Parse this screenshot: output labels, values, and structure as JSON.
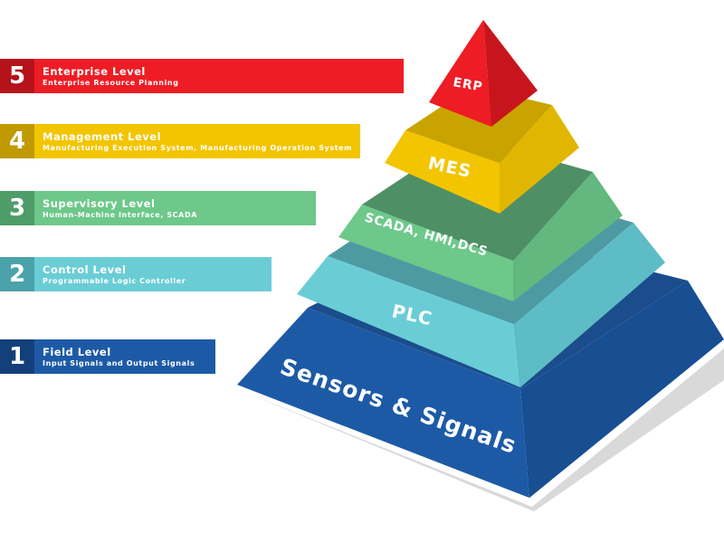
{
  "levels": [
    {
      "num": "5",
      "title": "Enterprise Level",
      "subtitle": "Enterprise Resource Planning",
      "color": "#ee1c24",
      "dark": "#b5121b"
    },
    {
      "num": "4",
      "title": "Management Level",
      "subtitle": "Manufacturing Execution System, Manufacturing Operation System",
      "color": "#f2c500",
      "dark": "#bf9a00"
    },
    {
      "num": "3",
      "title": "Supervisory Level",
      "subtitle": "Human-Machine Interface, SCADA",
      "color": "#6dc88a",
      "dark": "#4e9d68"
    },
    {
      "num": "2",
      "title": "Control Level",
      "subtitle": "Programmable Logic Controller",
      "color": "#6acdd6",
      "dark": "#4aa3ab"
    },
    {
      "num": "1",
      "title": "Field Level",
      "subtitle": "Input Signals and Output Signals",
      "color": "#1d5aa6",
      "dark": "#13407a"
    }
  ],
  "pyramid": {
    "erp": "ERP",
    "mes": "MES",
    "scada": "SCADA, HMI,DCS",
    "plc": "PLC",
    "sensors": "Sensors & Signals"
  }
}
